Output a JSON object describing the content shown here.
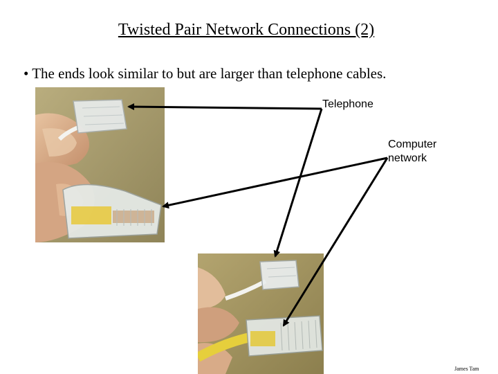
{
  "slide": {
    "title": "Twisted Pair Network Connections (2)",
    "bullet": "• The ends look similar to but are larger than telephone cables.",
    "labels": {
      "telephone": "Telephone",
      "computer_line1": "Computer",
      "computer_line2": "network"
    },
    "footer": "James Tam",
    "photos": [
      {
        "name": "photo-connectors-in-hand",
        "depicts": "hand holding telephone and network cable connectors"
      },
      {
        "name": "photo-connectors-closeup",
        "depicts": "close-up of telephone connector above yellow network cable connector"
      }
    ]
  },
  "colors": {
    "background": "#ffffff",
    "text": "#000000",
    "arrow": "#000000"
  }
}
